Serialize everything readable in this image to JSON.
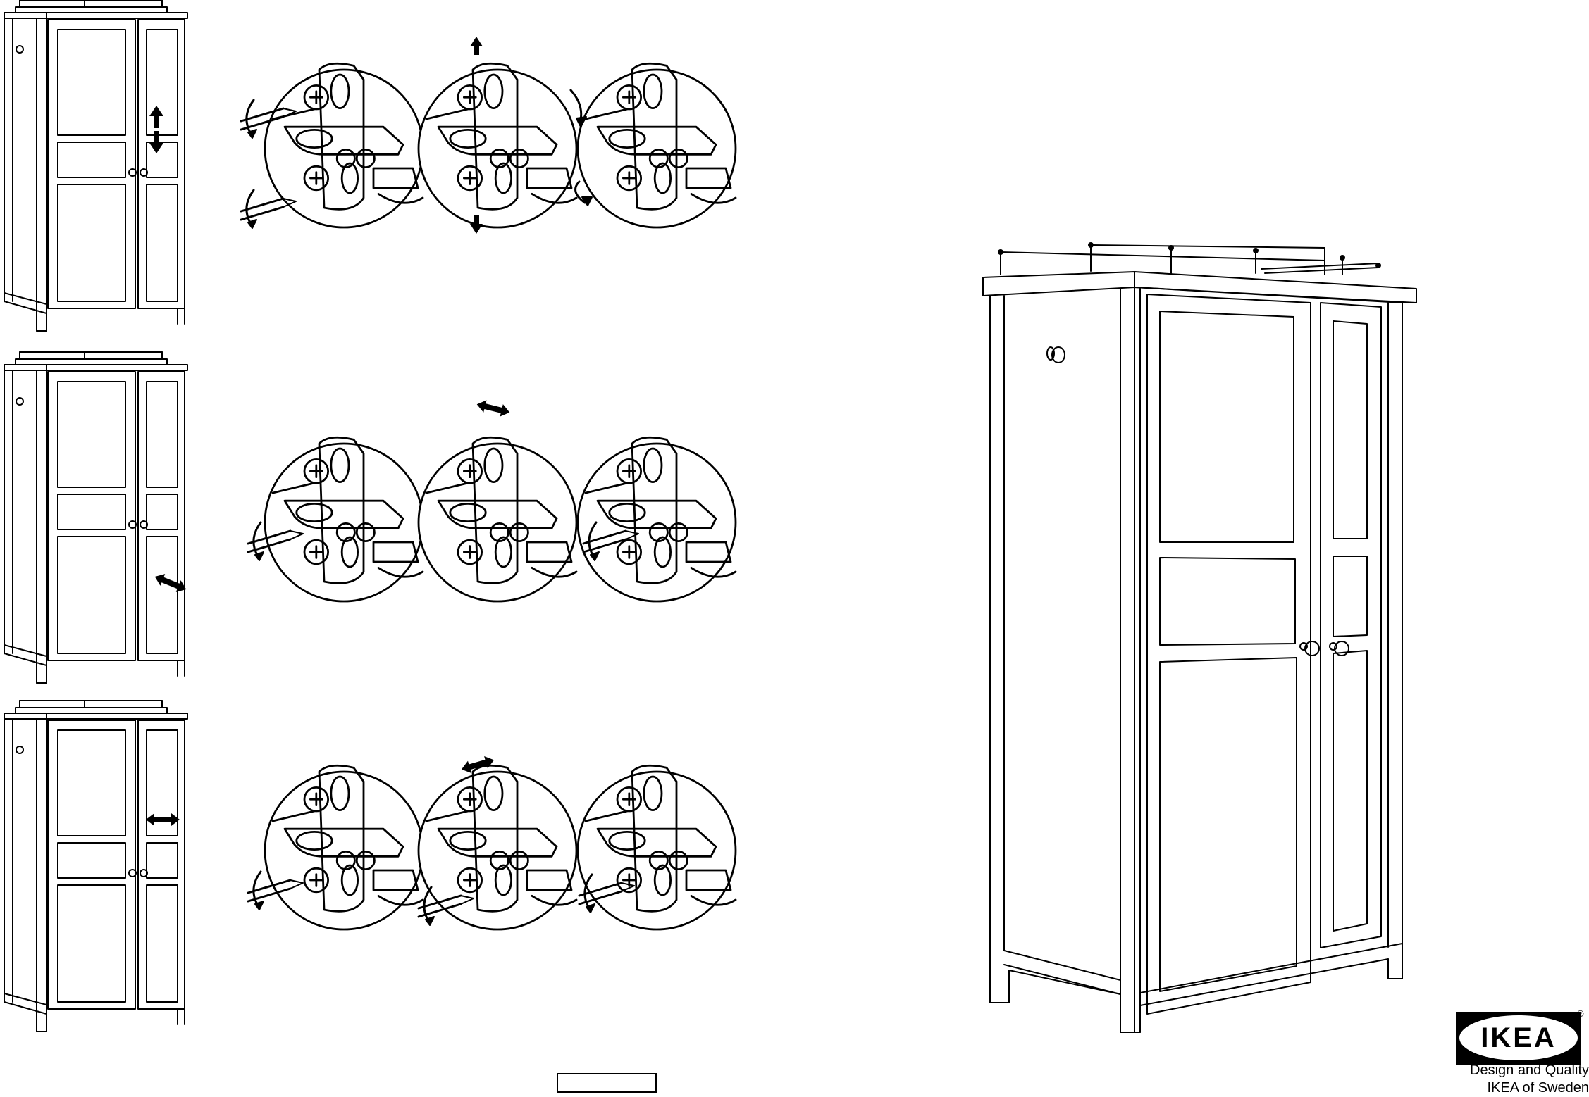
{
  "document": {
    "type": "assembly instruction page",
    "steps": [
      {
        "adjustment": "vertical",
        "arrow": "up-down"
      },
      {
        "adjustment": "depth",
        "arrow": "left-right"
      },
      {
        "adjustment": "sideways",
        "arrow": "left-right"
      }
    ]
  },
  "logo": {
    "brand": "IKEA",
    "registered_mark": "®",
    "tagline_line1": "Design and Quality",
    "tagline_line2": "IKEA of Sweden",
    "colors": {
      "oval": "#ffffff",
      "box": "#000000",
      "text": "#000000"
    }
  },
  "icons": [
    "wardrobe-illustration",
    "hinge-detail-illustration",
    "screwdriver-icon",
    "rotate-arrow-icon",
    "double-arrow-icon"
  ]
}
